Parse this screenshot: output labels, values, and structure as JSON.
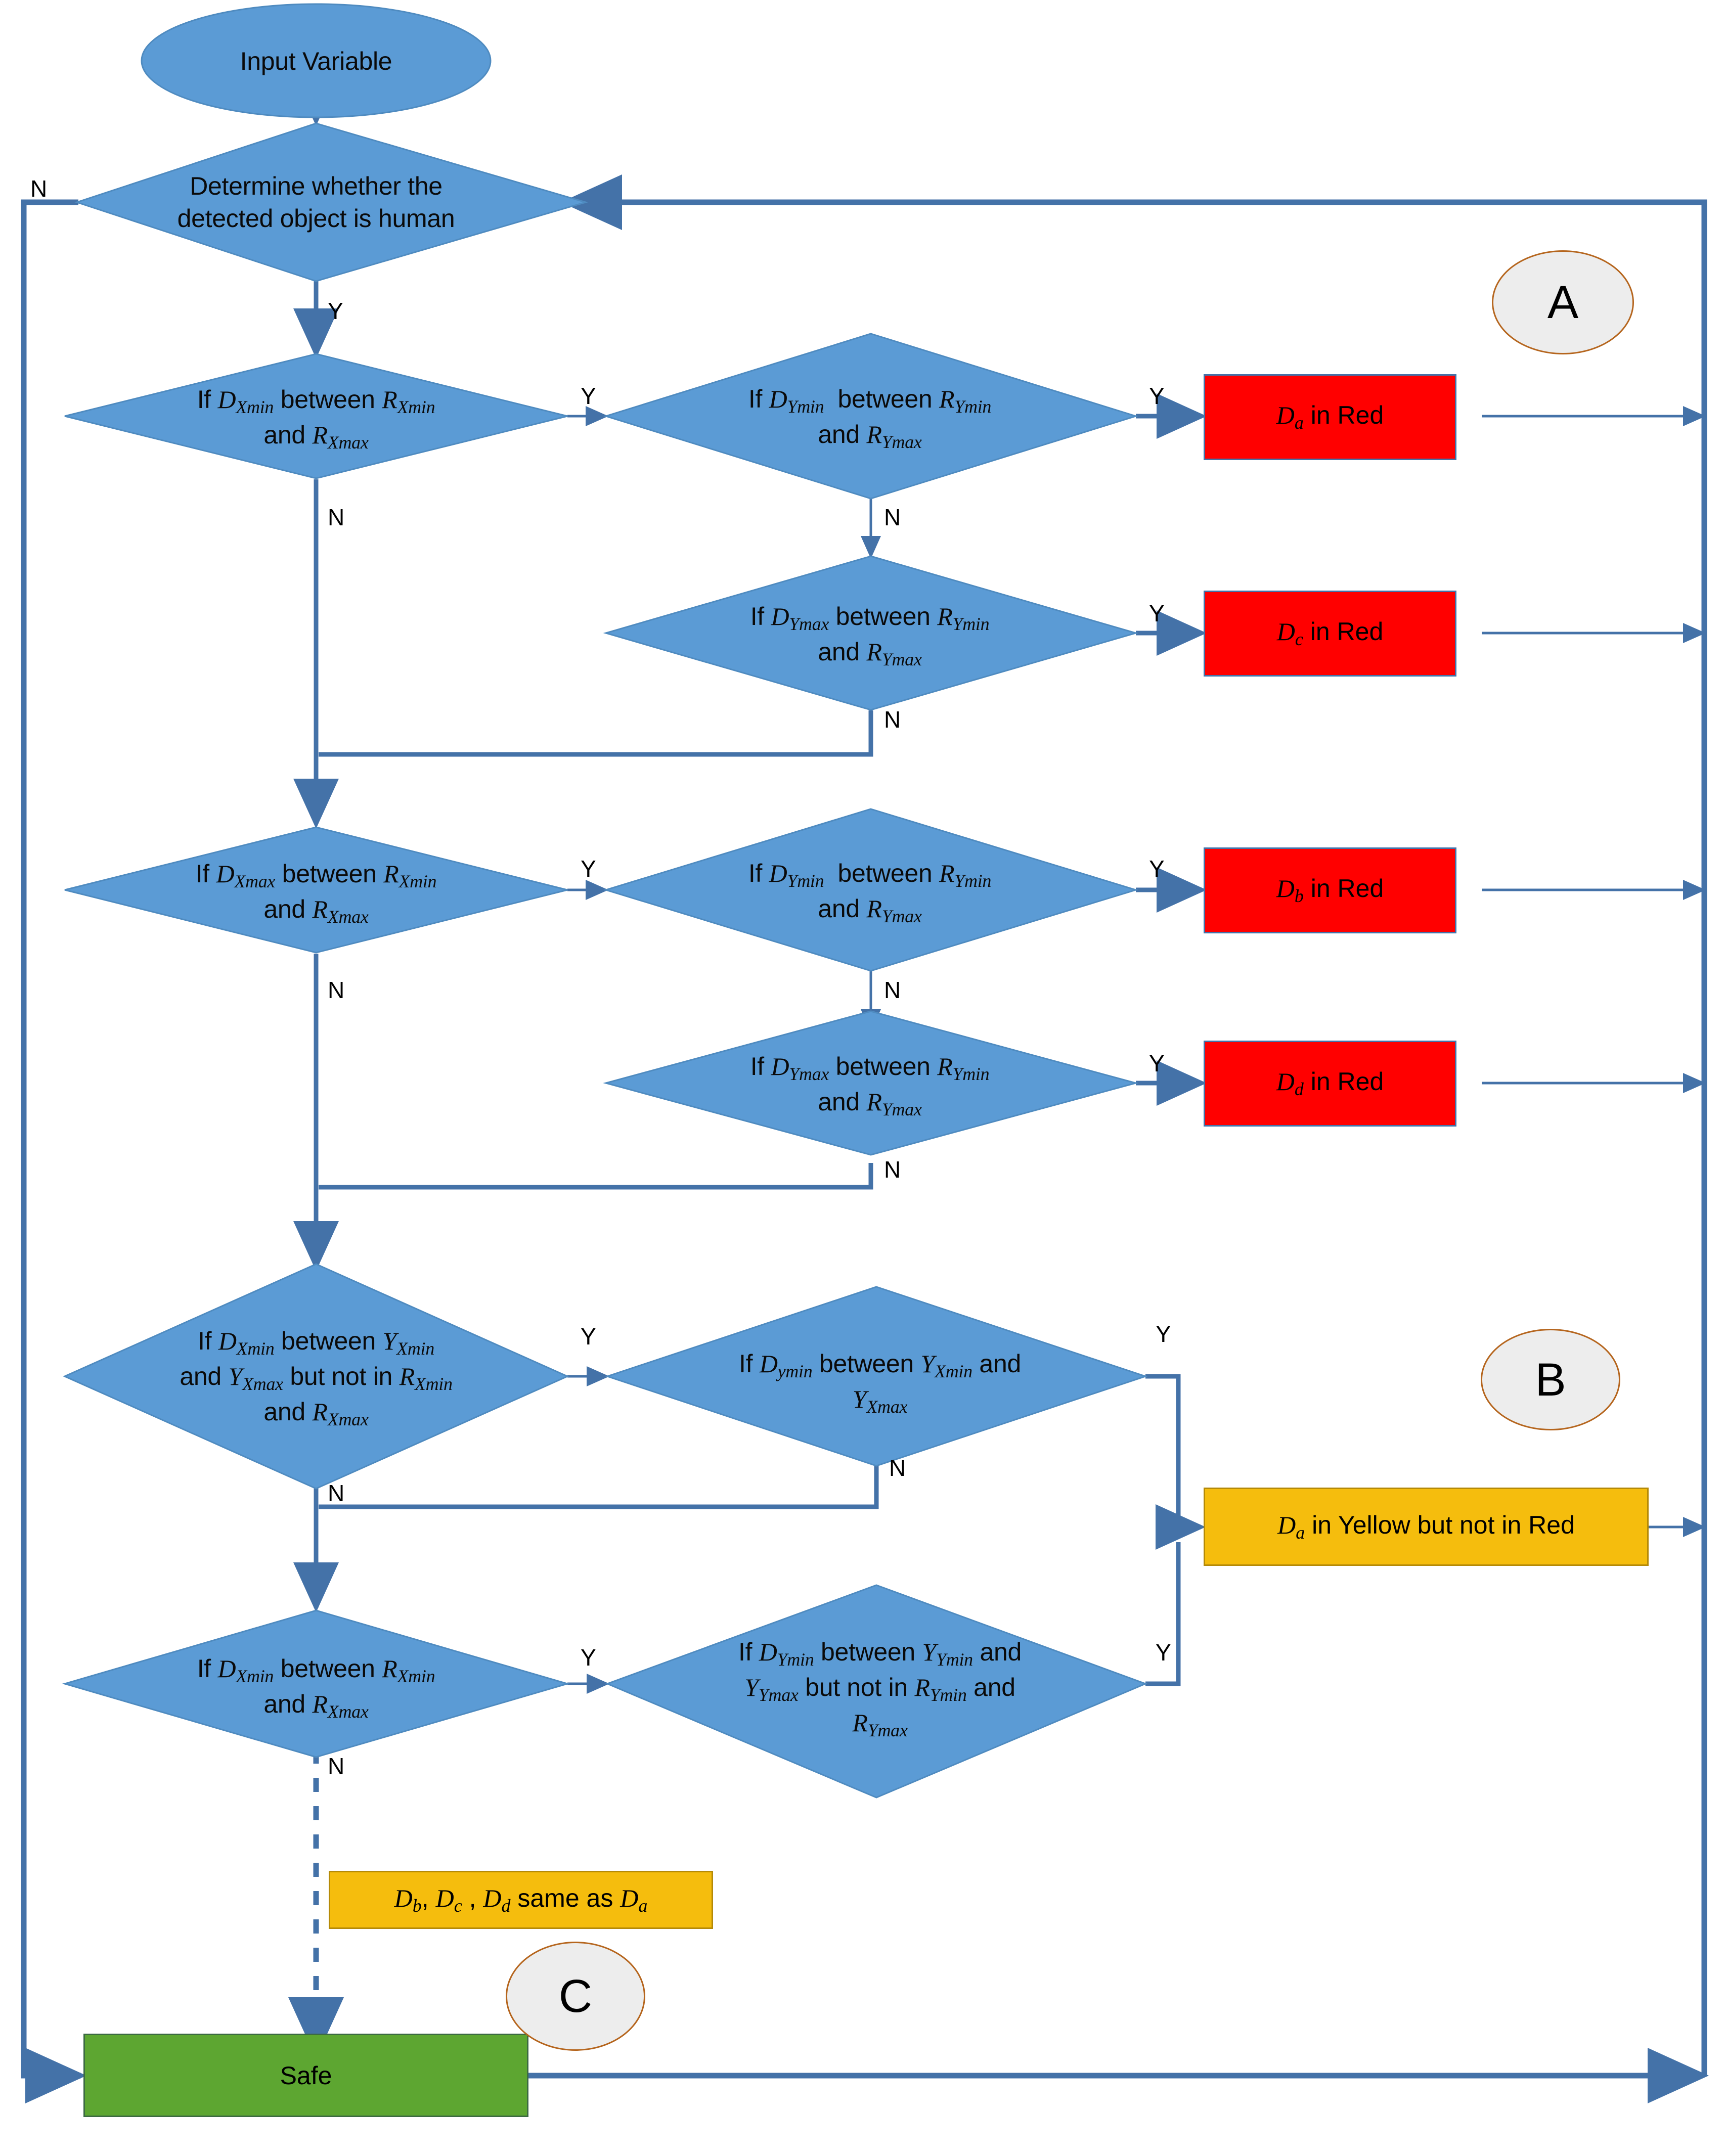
{
  "title": "Human detection safety-zone decision flowchart",
  "colors": {
    "process_blue": "#5b9bd5",
    "connector_blue": "#4472a8",
    "danger_red": "#ff0000",
    "warning_yellow": "#f5bd0d",
    "safe_green": "#5da631",
    "marker_circle_fill": "#ededed",
    "marker_circle_stroke": "#b5651d",
    "background": "#ffffff"
  },
  "nodes": {
    "start": {
      "label": "Input Variable",
      "shape": "ellipse"
    },
    "d_human": {
      "line1": "Determine whether the",
      "line2": "detected object is human",
      "shape": "diamond"
    },
    "d_xmin_r": {
      "line1": "If D<Xmin> between R<Xmin>",
      "line2": "and R<Xmax>",
      "shape": "diamond"
    },
    "d_ymin_r_1": {
      "line1": "If D<Ymin>  between R<Ymin>",
      "line2": "and R<Ymax>",
      "shape": "diamond"
    },
    "d_ymax_r_1": {
      "line1": "If D<Ymax> between R<Ymin>",
      "line2": "and R<Ymax>",
      "shape": "diamond"
    },
    "d_xmax_r": {
      "line1": "If D<Xmax> between R<Xmin>",
      "line2": "and R<Xmax>",
      "shape": "diamond"
    },
    "d_ymin_r_2": {
      "line1": "If D<Ymin>  between R<Ymin>",
      "line2": "and R<Ymax>",
      "shape": "diamond"
    },
    "d_ymax_r_2": {
      "line1": "If D<Ymax> between R<Ymin>",
      "line2": "and R<Ymax>",
      "shape": "diamond"
    },
    "d_xmin_y": {
      "line1": "If D<Xmin> between Y<Xmin>",
      "line2": "and Y<Xmax> but not in R<Xmin>",
      "line3": "and R<Xmax>",
      "shape": "diamond"
    },
    "d_ymin_y": {
      "line1": "If D<ymin> between Y<Xmin> and",
      "line2": "Y<Xmax>",
      "shape": "diamond"
    },
    "d_xmin_r2": {
      "line1": "If D<Xmin> between R<Xmin>",
      "line2": "and R<Xmax>",
      "shape": "diamond"
    },
    "d_ymin_y2": {
      "line1": "If D<Ymin> between Y<Ymin> and",
      "line2": "Y<Ymax> but not in R<Ymin> and",
      "line3": "R<Ymax>",
      "shape": "diamond"
    },
    "out_da_red": {
      "label": "D<a> in Red",
      "shape": "rect",
      "fill": "red"
    },
    "out_dc_red": {
      "label": "D<c> in Red",
      "shape": "rect",
      "fill": "red"
    },
    "out_db_red": {
      "label": "D<b> in Red",
      "shape": "rect",
      "fill": "red"
    },
    "out_dd_red": {
      "label": "D<d> in Red",
      "shape": "rect",
      "fill": "red"
    },
    "out_da_yellow": {
      "label": "D<a> in Yellow but not in Red",
      "shape": "rect",
      "fill": "yellow"
    },
    "note_same_as": {
      "label": "D<b>, D<c> , D<d> same as D<a>",
      "shape": "rect",
      "fill": "yellow"
    },
    "out_safe": {
      "label": "Safe",
      "shape": "rect",
      "fill": "green"
    }
  },
  "markers": [
    {
      "id": "marker-a",
      "label": "A"
    },
    {
      "id": "marker-b",
      "label": "B"
    },
    {
      "id": "marker-c",
      "label": "C"
    }
  ],
  "edge_labels": {
    "yes": "Y",
    "no": "N"
  },
  "edges": [
    {
      "from": "start",
      "to": "d_human",
      "label": ""
    },
    {
      "from": "d_human",
      "to": "d_xmin_r",
      "label": "Y"
    },
    {
      "from": "d_human",
      "to": "out_safe",
      "label": "N"
    },
    {
      "from": "d_xmin_r",
      "to": "d_ymin_r_1",
      "label": "Y"
    },
    {
      "from": "d_xmin_r",
      "to": "d_xmax_r",
      "label": "N"
    },
    {
      "from": "d_ymin_r_1",
      "to": "out_da_red",
      "label": "Y"
    },
    {
      "from": "d_ymin_r_1",
      "to": "d_ymax_r_1",
      "label": "N"
    },
    {
      "from": "d_ymax_r_1",
      "to": "out_dc_red",
      "label": "Y"
    },
    {
      "from": "d_ymax_r_1",
      "to": "d_xmax_r",
      "label": "N"
    },
    {
      "from": "d_xmax_r",
      "to": "d_ymin_r_2",
      "label": "Y"
    },
    {
      "from": "d_xmax_r",
      "to": "d_xmin_y",
      "label": "N"
    },
    {
      "from": "d_ymin_r_2",
      "to": "out_db_red",
      "label": "Y"
    },
    {
      "from": "d_ymin_r_2",
      "to": "d_ymax_r_2",
      "label": "N"
    },
    {
      "from": "d_ymax_r_2",
      "to": "out_dd_red",
      "label": "Y"
    },
    {
      "from": "d_ymax_r_2",
      "to": "d_xmin_y",
      "label": "N"
    },
    {
      "from": "d_xmin_y",
      "to": "d_ymin_y",
      "label": "Y"
    },
    {
      "from": "d_xmin_y",
      "to": "d_xmin_r2",
      "label": "N"
    },
    {
      "from": "d_ymin_y",
      "to": "out_da_yellow",
      "label": "Y"
    },
    {
      "from": "d_ymin_y",
      "to": "d_xmin_r2",
      "label": "N"
    },
    {
      "from": "d_xmin_r2",
      "to": "d_ymin_y2",
      "label": "Y"
    },
    {
      "from": "d_xmin_r2",
      "to": "out_safe",
      "label": "N"
    },
    {
      "from": "d_ymin_y2",
      "to": "out_da_yellow",
      "label": "Y"
    },
    {
      "from": "out_da_red",
      "to": "d_human",
      "label": ""
    },
    {
      "from": "out_dc_red",
      "to": "d_human",
      "label": ""
    },
    {
      "from": "out_db_red",
      "to": "d_human",
      "label": ""
    },
    {
      "from": "out_dd_red",
      "to": "d_human",
      "label": ""
    },
    {
      "from": "out_da_yellow",
      "to": "d_human",
      "label": ""
    },
    {
      "from": "out_safe",
      "to": "d_human",
      "label": ""
    }
  ]
}
